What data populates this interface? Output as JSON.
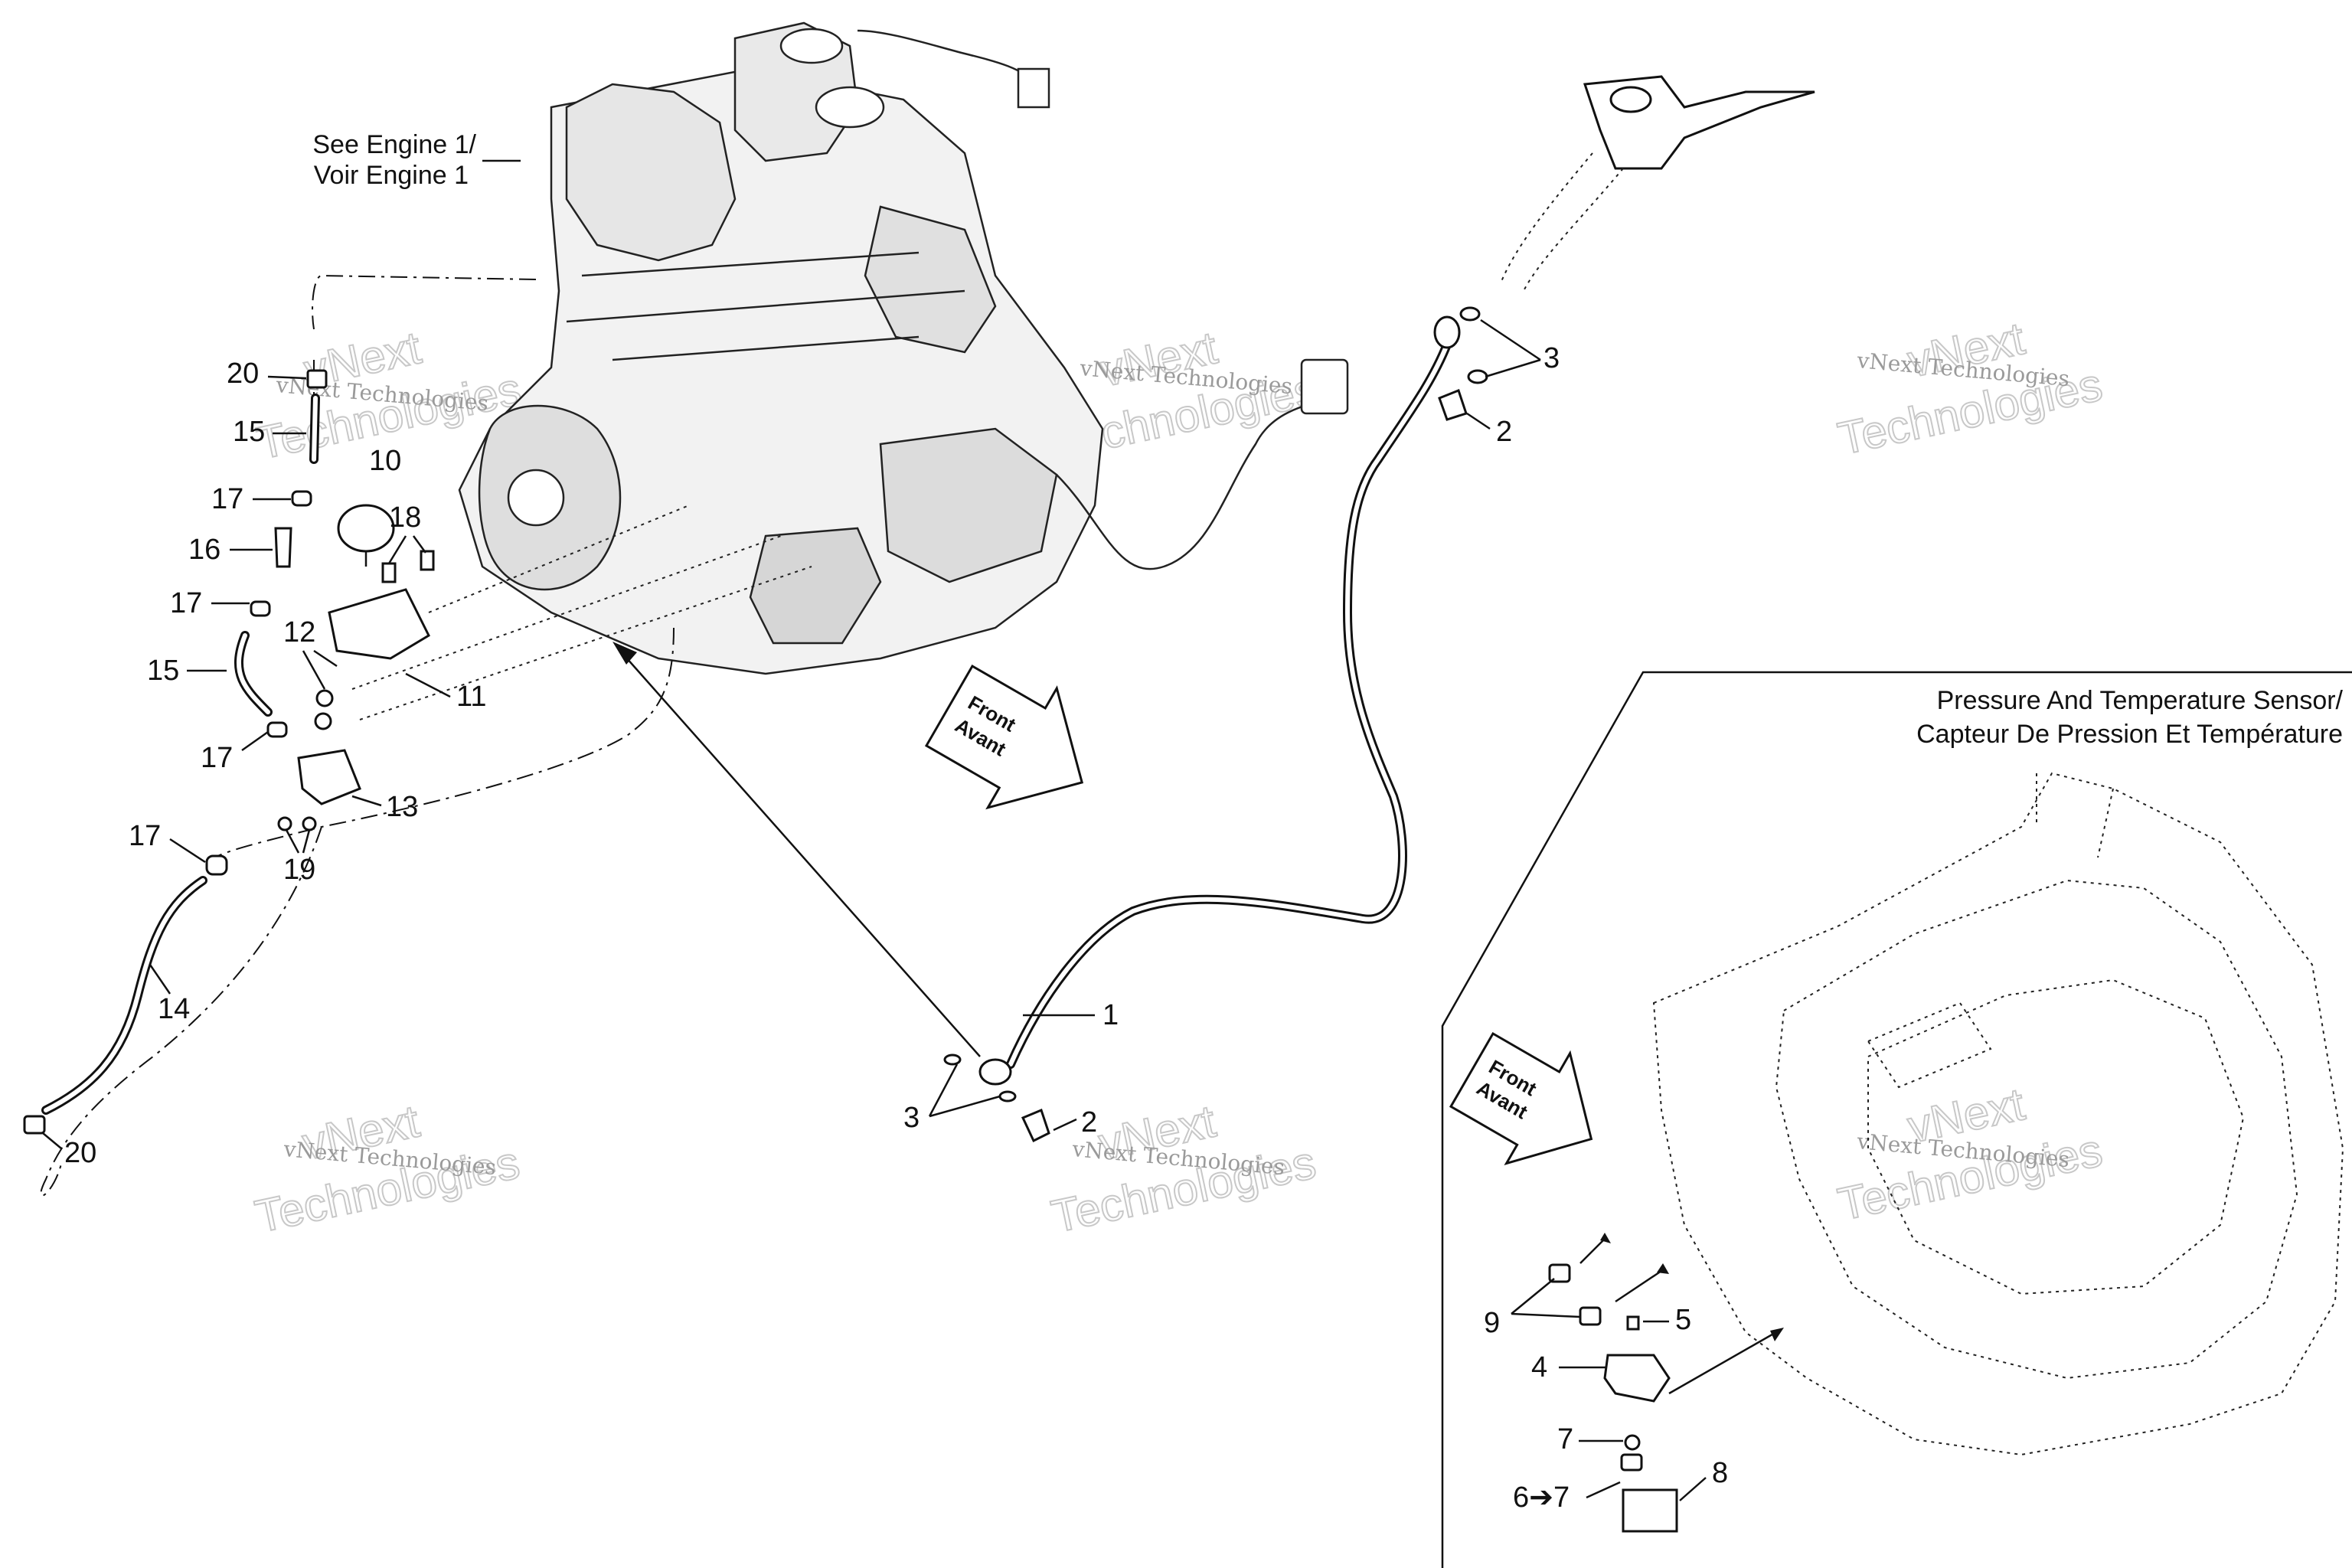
{
  "headings": {
    "engine_ref_line1": "See Engine 1/",
    "engine_ref_line2": "Voir Engine 1",
    "sensor_line1": "Pressure And Temperature Sensor/",
    "sensor_line2": "Capteur De Pression Et Température"
  },
  "direction_arrows": [
    {
      "line1": "Front",
      "line2": "Avant"
    },
    {
      "line1": "Front",
      "line2": "Avant"
    }
  ],
  "watermarks": {
    "small": "vNext Technologies",
    "large_line1": "vNext",
    "large_line2": "Technologies"
  },
  "callouts": [
    {
      "label": "1"
    },
    {
      "label": "2"
    },
    {
      "label": "2"
    },
    {
      "label": "3"
    },
    {
      "label": "3"
    },
    {
      "label": "4"
    },
    {
      "label": "5"
    },
    {
      "label": "6➔7"
    },
    {
      "label": "7"
    },
    {
      "label": "8"
    },
    {
      "label": "9"
    },
    {
      "label": "10"
    },
    {
      "label": "11"
    },
    {
      "label": "12"
    },
    {
      "label": "13"
    },
    {
      "label": "14"
    },
    {
      "label": "15"
    },
    {
      "label": "15"
    },
    {
      "label": "16"
    },
    {
      "label": "17"
    },
    {
      "label": "17"
    },
    {
      "label": "17"
    },
    {
      "label": "17"
    },
    {
      "label": "18"
    },
    {
      "label": "19"
    },
    {
      "label": "20"
    },
    {
      "label": "20"
    }
  ],
  "colors": {
    "line": "#111111",
    "watermark": "#9a9a9a",
    "background": "#ffffff"
  }
}
